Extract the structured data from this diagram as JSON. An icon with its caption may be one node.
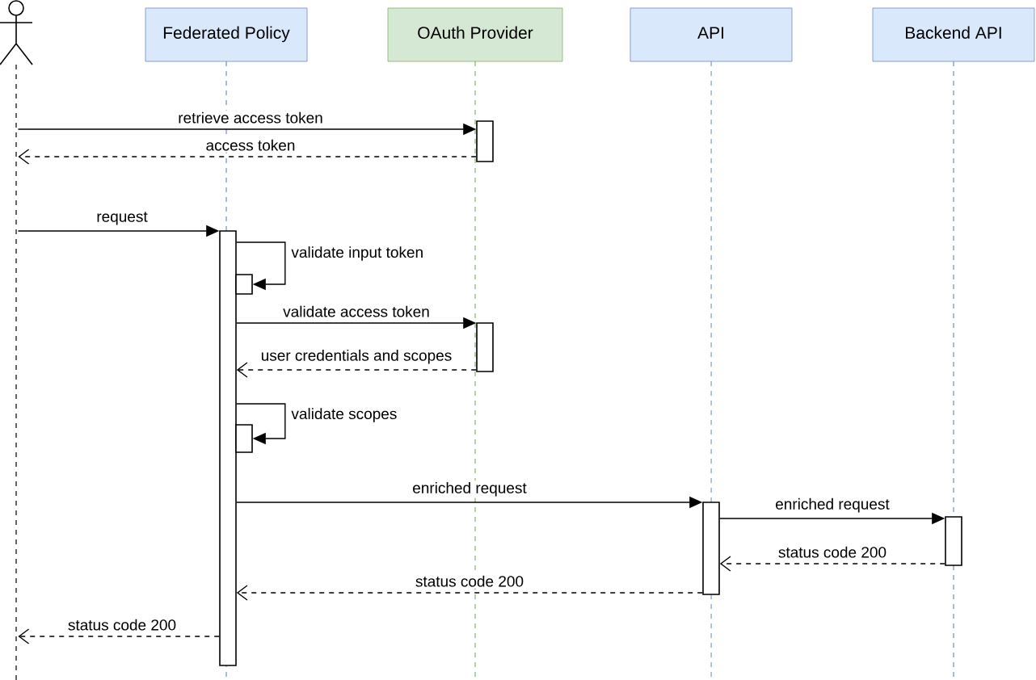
{
  "diagram": {
    "nodes": [
      {
        "text": [],
        "shape": "person"
      },
      {
        "text": [
          "Federated Policy"
        ]
      },
      {
        "text": [
          "OAuth Provider"
        ]
      },
      {
        "text": [
          "API"
        ]
      },
      {
        "text": [
          "Backend API"
        ]
      },
      {
        "text": [],
        "shape": "bar"
      },
      {
        "text": [],
        "shape": "bar"
      },
      {
        "text": [],
        "shape": "bar"
      },
      {
        "text": [],
        "shape": "bar"
      },
      {
        "text": [],
        "shape": "bar"
      },
      {
        "text": [],
        "shape": "bar"
      },
      {
        "text": [],
        "shape": "bar"
      }
    ],
    "edges": [
      {
        "from": 0,
        "to": 5,
        "arrow": "to",
        "label": "retrieve access token"
      },
      {
        "from": 5,
        "to": 0,
        "arrow": "to",
        "label": "access token",
        "style": "dashed"
      },
      {
        "from": 0,
        "to": 6,
        "arrow": "to",
        "label": "request"
      },
      {
        "from": 6,
        "to": 7,
        "arrow": "to",
        "label": "validate input token"
      },
      {
        "from": 6,
        "to": 8,
        "arrow": "to",
        "label": "validate access token"
      },
      {
        "from": 8,
        "to": 6,
        "arrow": "to",
        "label": "user credentials and scopes",
        "style": "dashed"
      },
      {
        "from": 6,
        "to": 9,
        "arrow": "to",
        "label": "validate scopes"
      },
      {
        "from": 6,
        "to": 10,
        "arrow": "to",
        "label": "enriched request"
      },
      {
        "from": 10,
        "to": 11,
        "arrow": "to",
        "label": "enriched request"
      },
      {
        "from": 11,
        "to": 10,
        "arrow": "to",
        "label": "status code 200",
        "style": "dashed"
      },
      {
        "from": 10,
        "to": 6,
        "arrow": "to",
        "label": "status code 200",
        "style": "dashed"
      },
      {
        "from": 6,
        "to": 0,
        "arrow": "to",
        "label": "status code 200",
        "style": "dashed"
      }
    ]
  }
}
